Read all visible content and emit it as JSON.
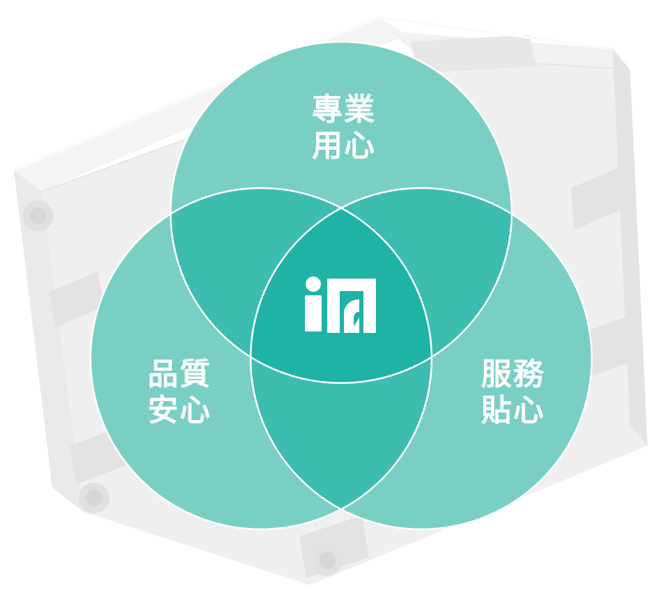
{
  "diagram": {
    "type": "venn",
    "circles": [
      {
        "id": "top",
        "lines": [
          "專業",
          "用心"
        ]
      },
      {
        "id": "left",
        "lines": [
          "品質",
          "安心"
        ]
      },
      {
        "id": "right",
        "lines": [
          "服務",
          "貼心"
        ]
      }
    ],
    "center_logo": "logo-mark",
    "background": "aluminium-extrusion-profile",
    "colors": {
      "circle": "#76cdc2",
      "pair_overlap": "#3dbcb0",
      "center_overlap": "#1fb3a5",
      "outline": "#ffffff",
      "text": "#ffffff",
      "extrusion": "#ececec"
    }
  }
}
